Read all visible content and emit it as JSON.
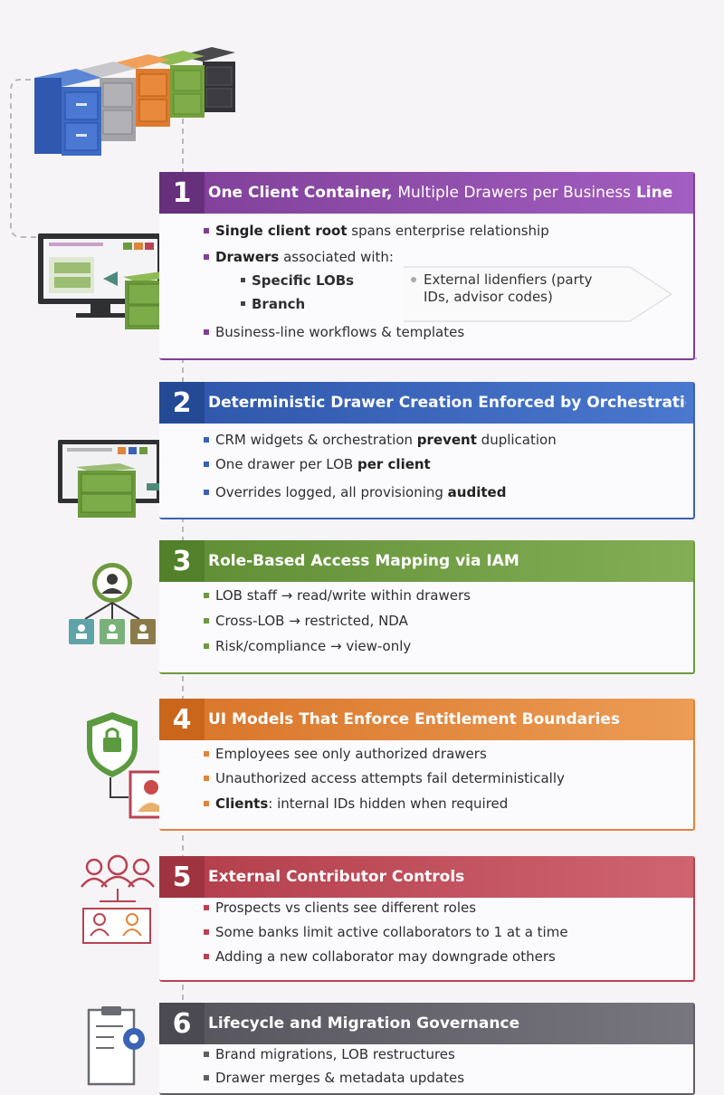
{
  "colors": {
    "c1": "#7f3f97",
    "c2": "#3a62b5",
    "c3": "#6d9a3f",
    "c4": "#e0843a",
    "c5": "#b94350",
    "c6": "#5f5e66"
  },
  "sections": [
    {
      "num": "1",
      "title_bold": "One Client Container,",
      "title_light": "Multiple Drawers per Business",
      "title_end": "Line",
      "bullets": [
        {
          "bold": "Single client root",
          "text": " spans enterprise relationship"
        },
        {
          "bold": "Drawers",
          "text": " associated with:"
        },
        {
          "text": "Business-line workflows & templates"
        }
      ],
      "subitems": [
        "Specific LOBs",
        "Branch"
      ],
      "external": "External lidenfiers (party IDs, advisor codes)"
    },
    {
      "num": "2",
      "title": "Deterministic Drawer Creation Enforced by Orchestration",
      "bullets": [
        {
          "pre": "CRM widgets & orchestration ",
          "bold": "prevent",
          "post": " duplication"
        },
        {
          "pre": "One drawer per LOB ",
          "bold": "per client",
          "post": ""
        },
        {
          "pre": "Overrides logged, all provisioning ",
          "bold": "audited",
          "post": ""
        }
      ]
    },
    {
      "num": "3",
      "title": "Role-Based Access Mapping via IAM",
      "bullets": [
        "LOB staff → read/write within drawers",
        "Cross-LOB → restricted, NDA",
        "Risk/compliance → view-only"
      ]
    },
    {
      "num": "4",
      "title": "UI Models That Enforce Entitlement Boundaries",
      "bullets": [
        {
          "pre": "",
          "bold": "",
          "post": "Employees see only authorized drawers"
        },
        {
          "pre": "",
          "bold": "",
          "post": "Unauthorized access attempts fail deterministically"
        },
        {
          "pre": "",
          "bold": "Clients",
          "post": ": internal IDs hidden when required"
        }
      ]
    },
    {
      "num": "5",
      "title": "External Contributor Controls",
      "bullets": [
        "Prospects vs clients see different roles",
        "Some banks limit active collaborators to  1 at a time",
        "Adding a new collaborator may downgrade others"
      ]
    },
    {
      "num": "6",
      "title": "Lifecycle and Migration Governance",
      "bullets": [
        "Brand migrations, LOB restructures",
        "Drawer merges & metadata updates"
      ]
    }
  ]
}
